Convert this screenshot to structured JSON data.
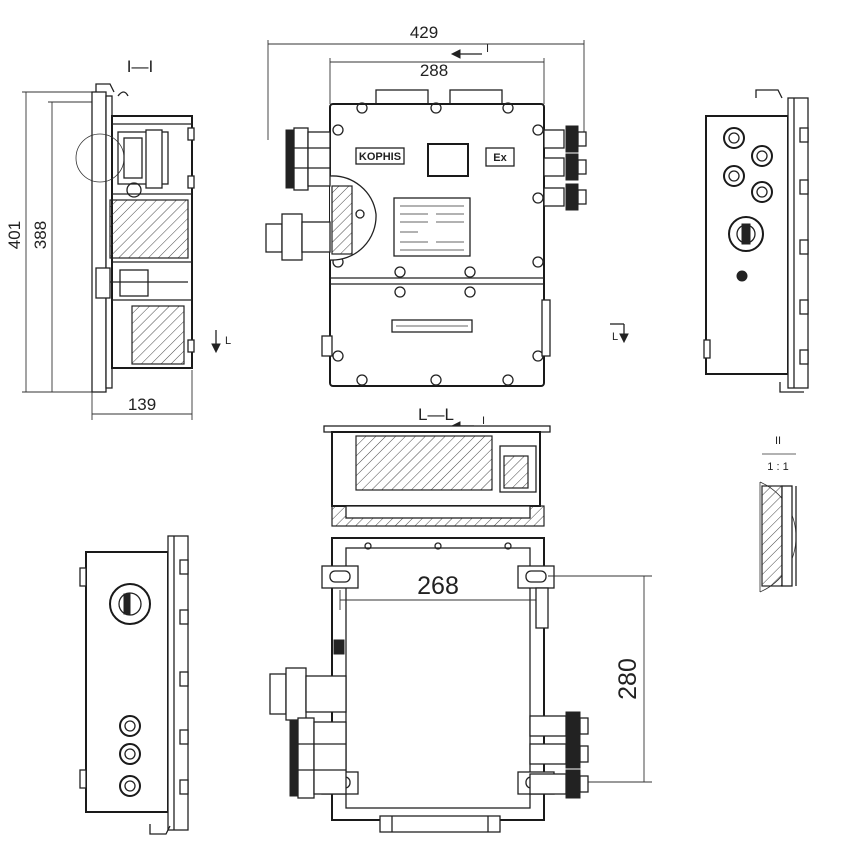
{
  "dimensions": {
    "overall_width": "429",
    "inner_width": "288",
    "side_height_outer": "401",
    "side_height_inner": "388",
    "side_depth": "139",
    "mount_width": "268",
    "mount_height": "280"
  },
  "section_labels": {
    "section_1_1": "I—I",
    "section_arrow_1": "I",
    "section_2_2": "L—L",
    "section_arrow_2": "I",
    "section_arrow_L_left": "L",
    "section_arrow_L_right": "L",
    "detail_label": "II",
    "detail_scale": "1 : 1"
  },
  "plates": {
    "brand_text": "KOPHIS",
    "ex_mark": "Ex",
    "nameplate_lines": [
      "",
      "",
      "",
      "",
      ""
    ],
    "warning_plate_text": "——————————"
  },
  "colors": {
    "line": "#222222",
    "background": "#ffffff"
  }
}
